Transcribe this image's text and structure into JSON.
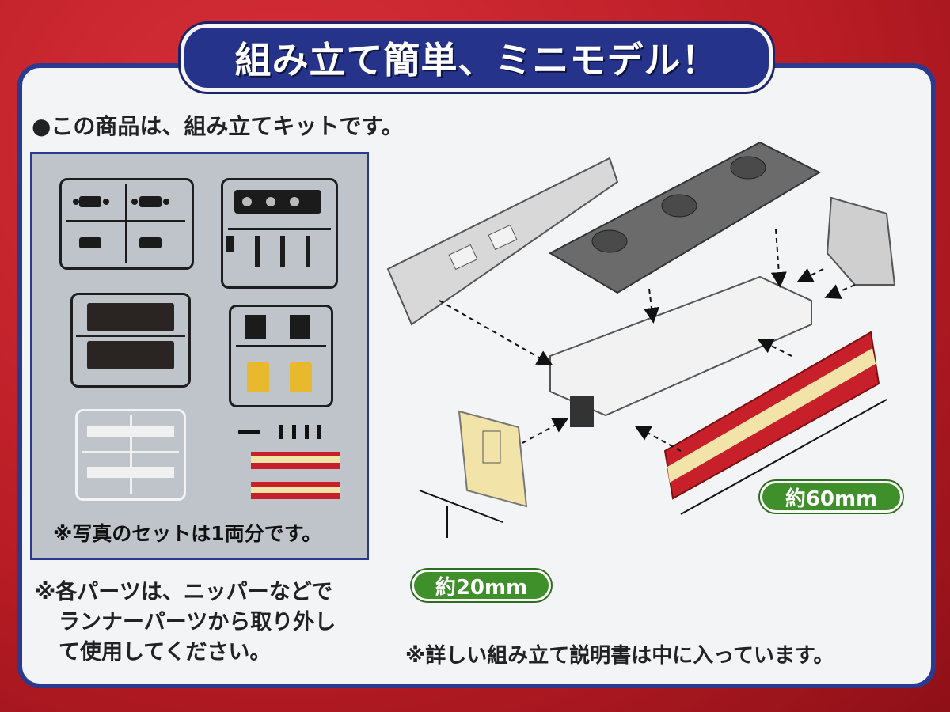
{
  "banner": {
    "title": "組み立て簡単、ミニモデル！"
  },
  "kit": {
    "note": "●この商品は、組み立てキットです。",
    "caption": "※写真のセットは1両分です。"
  },
  "notes": {
    "parts_line1": "※各パーツは、ニッパーなどで",
    "parts_line2": "ランナーパーツから取り外し",
    "parts_line3": "て使用してください。",
    "manual": "※詳しい組み立て説明書は中に入っています。"
  },
  "dimensions": {
    "length_label": "約60mm",
    "width_label": "約20mm"
  },
  "colors": {
    "red": "#c8202a",
    "navy": "#25348a",
    "cream": "#f2e4a8",
    "green": "#3f8f2a",
    "gray": "#6b6b6b"
  }
}
